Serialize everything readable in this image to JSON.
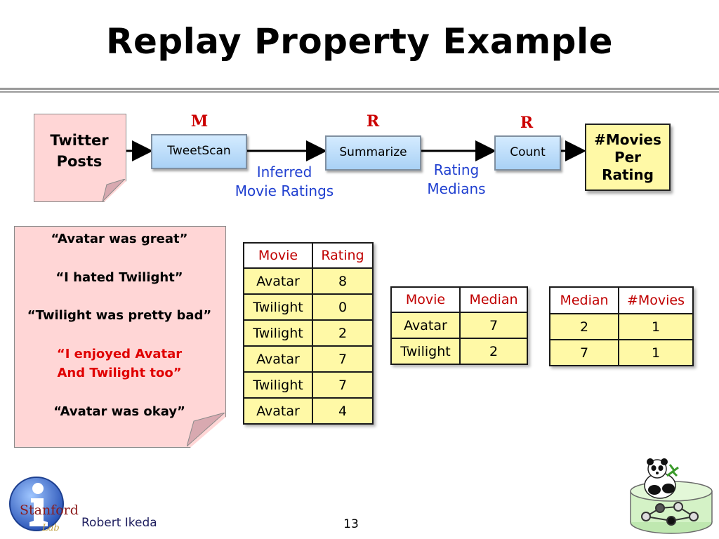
{
  "title": "Replay Property Example",
  "pipeline": {
    "source": "Twitter\nPosts",
    "ops": [
      {
        "label": "TweetScan",
        "letter": "M"
      },
      {
        "label": "Summarize",
        "letter": "R"
      },
      {
        "label": "Count",
        "letter": "R"
      }
    ],
    "edges": [
      "Inferred\nMovie Ratings",
      "Rating\nMedians"
    ],
    "output": "#Movies\nPer\nRating"
  },
  "tweets": [
    {
      "text": "“Avatar was great”",
      "highlight": false
    },
    {
      "text": "“I hated Twilight”",
      "highlight": false
    },
    {
      "text": "“Twilight was pretty bad”",
      "highlight": false
    },
    {
      "text": "“I enjoyed Avatar",
      "highlight": true
    },
    {
      "text": "And Twilight too”",
      "highlight": true
    },
    {
      "text": "“Avatar was okay”",
      "highlight": false
    }
  ],
  "ratings_table": {
    "headers": [
      "Movie",
      "Rating"
    ],
    "rows": [
      [
        "Avatar",
        "8"
      ],
      [
        "Twilight",
        "0"
      ],
      [
        "Twilight",
        "2"
      ],
      [
        "Avatar",
        "7"
      ],
      [
        "Twilight",
        "7"
      ],
      [
        "Avatar",
        "4"
      ]
    ]
  },
  "medians_table": {
    "headers": [
      "Movie",
      "Median"
    ],
    "rows": [
      [
        "Avatar",
        "7"
      ],
      [
        "Twilight",
        "2"
      ]
    ]
  },
  "counts_table": {
    "headers": [
      "Median",
      "#Movies"
    ],
    "rows": [
      [
        "2",
        "1"
      ],
      [
        "7",
        "1"
      ]
    ]
  },
  "logo": {
    "text": "Stanford InfoLab"
  },
  "footer": {
    "author": "Robert Ikeda",
    "page": "13"
  },
  "colors": {
    "note": "#ffd6d6",
    "op": "#bfe0ff",
    "cell": "#fff9a6",
    "header_text": "#c00000",
    "flow_label": "#1f3fd0",
    "highlight": "#e00000"
  }
}
